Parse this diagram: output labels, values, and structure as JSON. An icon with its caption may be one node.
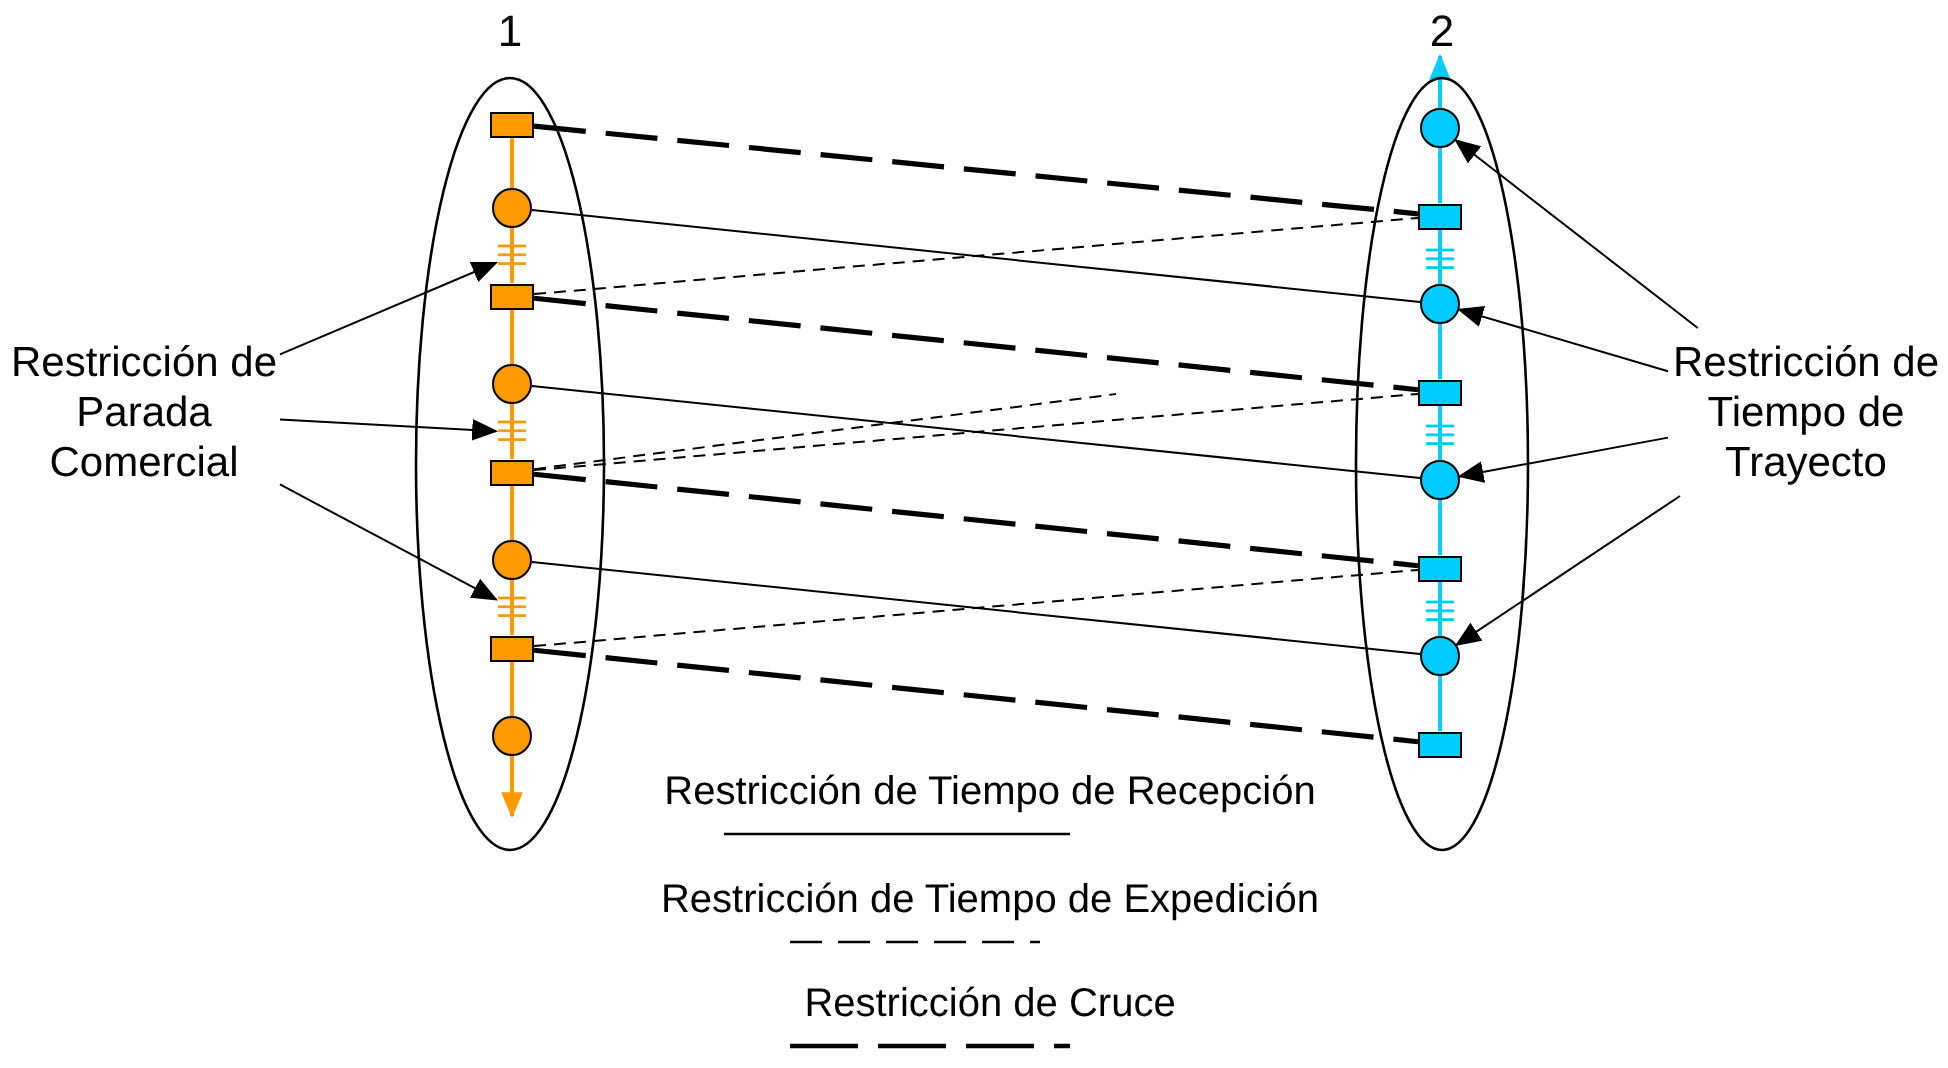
{
  "diagram": {
    "nodes": [
      {
        "text": [
          "1"
        ]
      },
      {
        "text": [
          "2"
        ]
      },
      {
        "text": [],
        "shape": "box",
        "in": 0
      },
      {
        "text": [],
        "shape": "circle",
        "in": 0
      },
      {
        "text": [],
        "shape": "box",
        "in": 0
      },
      {
        "text": [],
        "shape": "circle",
        "in": 0
      },
      {
        "text": [],
        "shape": "box",
        "in": 0
      },
      {
        "text": [],
        "shape": "circle",
        "in": 0
      },
      {
        "text": [],
        "shape": "box",
        "in": 0
      },
      {
        "text": [],
        "shape": "circle",
        "in": 0
      },
      {
        "text": [],
        "shape": "circle",
        "in": 1
      },
      {
        "text": [],
        "shape": "box",
        "in": 1
      },
      {
        "text": [],
        "shape": "circle",
        "in": 1
      },
      {
        "text": [],
        "shape": "box",
        "in": 1
      },
      {
        "text": [],
        "shape": "circle",
        "in": 1
      },
      {
        "text": [],
        "shape": "box",
        "in": 1
      },
      {
        "text": [],
        "shape": "circle",
        "in": 1
      },
      {
        "text": [],
        "shape": "box",
        "in": 1
      },
      {
        "text": [
          "Restricción de Parada Comercial"
        ]
      },
      {
        "text": [
          "Restricción de Tiempo de Trayecto"
        ]
      },
      {
        "text": [],
        "shape": "bar",
        "in": 0
      },
      {
        "text": [],
        "shape": "bar",
        "in": 0
      },
      {
        "text": [],
        "shape": "bar",
        "in": 0
      },
      {
        "text": [],
        "shape": "bar",
        "in": 1
      },
      {
        "text": [],
        "shape": "bar",
        "in": 1
      },
      {
        "text": [],
        "shape": "bar",
        "in": 1
      }
    ],
    "edges": [
      {
        "from": 2,
        "to": 3,
        "arrow": "none",
        "color": "#ff9900"
      },
      {
        "from": 3,
        "to": 20,
        "arrow": "none",
        "color": "#ff9900"
      },
      {
        "from": 20,
        "to": 4,
        "arrow": "none",
        "color": "#ff9900"
      },
      {
        "from": 4,
        "to": 5,
        "arrow": "none",
        "color": "#ff9900"
      },
      {
        "from": 5,
        "to": 21,
        "arrow": "none",
        "color": "#ff9900"
      },
      {
        "from": 21,
        "to": 6,
        "arrow": "none",
        "color": "#ff9900"
      },
      {
        "from": 6,
        "to": 7,
        "arrow": "none",
        "color": "#ff9900"
      },
      {
        "from": 7,
        "to": 22,
        "arrow": "none",
        "color": "#ff9900"
      },
      {
        "from": 22,
        "to": 8,
        "arrow": "none",
        "color": "#ff9900"
      },
      {
        "from": 8,
        "to": 9,
        "arrow": "none",
        "color": "#ff9900"
      },
      {
        "from": 9,
        "to": null,
        "arrow": "to",
        "color": "#ff9900"
      },
      {
        "from": 17,
        "to": 16,
        "arrow": "none",
        "color": "#00ccff"
      },
      {
        "from": 16,
        "to": 25,
        "arrow": "none",
        "color": "#00ccff"
      },
      {
        "from": 25,
        "to": 15,
        "arrow": "none",
        "color": "#00ccff"
      },
      {
        "from": 15,
        "to": 14,
        "arrow": "none",
        "color": "#00ccff"
      },
      {
        "from": 14,
        "to": 24,
        "arrow": "none",
        "color": "#00ccff"
      },
      {
        "from": 24,
        "to": 13,
        "arrow": "none",
        "color": "#00ccff"
      },
      {
        "from": 13,
        "to": 12,
        "arrow": "none",
        "color": "#00ccff"
      },
      {
        "from": 12,
        "to": 23,
        "arrow": "none",
        "color": "#00ccff"
      },
      {
        "from": 23,
        "to": 11,
        "arrow": "none",
        "color": "#00ccff"
      },
      {
        "from": 11,
        "to": 10,
        "arrow": "none",
        "color": "#00ccff"
      },
      {
        "from": 10,
        "to": null,
        "arrow": "to",
        "color": "#00ccff"
      },
      {
        "from": 2,
        "to": 11,
        "arrow": "none",
        "style": "dashed"
      },
      {
        "from": 4,
        "to": 13,
        "arrow": "none",
        "style": "dashed"
      },
      {
        "from": 6,
        "to": 15,
        "arrow": "none",
        "style": "dashed"
      },
      {
        "from": 8,
        "to": 17,
        "arrow": "none",
        "style": "dashed"
      },
      {
        "from": 3,
        "to": 12,
        "arrow": "none"
      },
      {
        "from": 5,
        "to": 14,
        "arrow": "none"
      },
      {
        "from": 7,
        "to": 16,
        "arrow": "none"
      },
      {
        "from": 4,
        "to": 11,
        "arrow": "none",
        "style": "dashed"
      },
      {
        "from": 6,
        "to": 13,
        "arrow": "none",
        "style": "dashed"
      },
      {
        "from": 8,
        "to": 15,
        "arrow": "none",
        "style": "dashed"
      },
      {
        "from": 6,
        "to": null,
        "arrow": "none",
        "style": "dashed"
      },
      {
        "from": 18,
        "to": 20,
        "arrow": "to"
      },
      {
        "from": 18,
        "to": 21,
        "arrow": "to"
      },
      {
        "from": 18,
        "to": 22,
        "arrow": "to"
      },
      {
        "from": 19,
        "to": 10,
        "arrow": "to"
      },
      {
        "from": 19,
        "to": 12,
        "arrow": "to"
      },
      {
        "from": 19,
        "to": 14,
        "arrow": "to"
      },
      {
        "from": 19,
        "to": 16,
        "arrow": "to"
      }
    ],
    "legend": [
      {
        "text": "Restricción de Tiempo de Recepción"
      },
      {
        "text": "Restricción de Tiempo de Expedición"
      },
      {
        "text": "Restricción de Cruce"
      }
    ]
  }
}
